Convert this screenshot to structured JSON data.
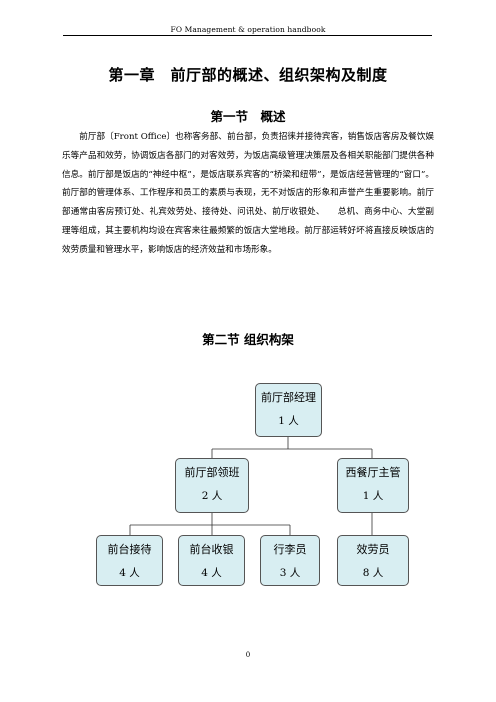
{
  "header": {
    "text": "FO Management & operation handbook"
  },
  "chapter": {
    "title": "第一章　前厅部的概述、组织架构及制度"
  },
  "section1": {
    "title": "第一节　概述",
    "paragraph": "前厅部〔Front Office〕也称客务部、前台部，负责招徕并接待宾客，销售饭店客房及餐饮娱乐等产品和效劳，协调饭店各部门的对客效劳，为饭店高级管理决策层及各相关职能部门提供各种信息。前厅部是饭店的“神经中枢”，是饭店联系宾客的“桥梁和纽带”，是饭店经营管理的“窗口”。前厅部的管理体系、工作程序和员工的素质与表现，无不对饭店的形象和声誉产生重要影响。前厅部通常由客房预订处、礼宾效劳处、接待处、问讯处、前厅收银处、　　总机、商务中心、大堂副理等组成，其主要机构均设在宾客来往最频繁的饭店大堂地段。前厅部运转好坏将直接反映饭店的效劳质量和管理水平，影响饭店的经济效益和市场形象。"
  },
  "section2": {
    "title": "第二节 组织构架"
  },
  "org_chart": {
    "manager": {
      "title": "前厅部经理",
      "count": "1 人"
    },
    "supervisor_fo": {
      "title": "前厅部领班",
      "count": "2 人"
    },
    "supervisor_wr": {
      "title": "西餐厅主管",
      "count": "1 人"
    },
    "staff_reception": {
      "title": "前台接待",
      "count": "4 人"
    },
    "staff_cashier": {
      "title": "前台收银",
      "count": "4 人"
    },
    "staff_bellman": {
      "title": "行李员",
      "count": "3 人"
    },
    "staff_waiter": {
      "title": "效劳员",
      "count": "8 人"
    }
  },
  "footer": {
    "page_number": "0"
  }
}
